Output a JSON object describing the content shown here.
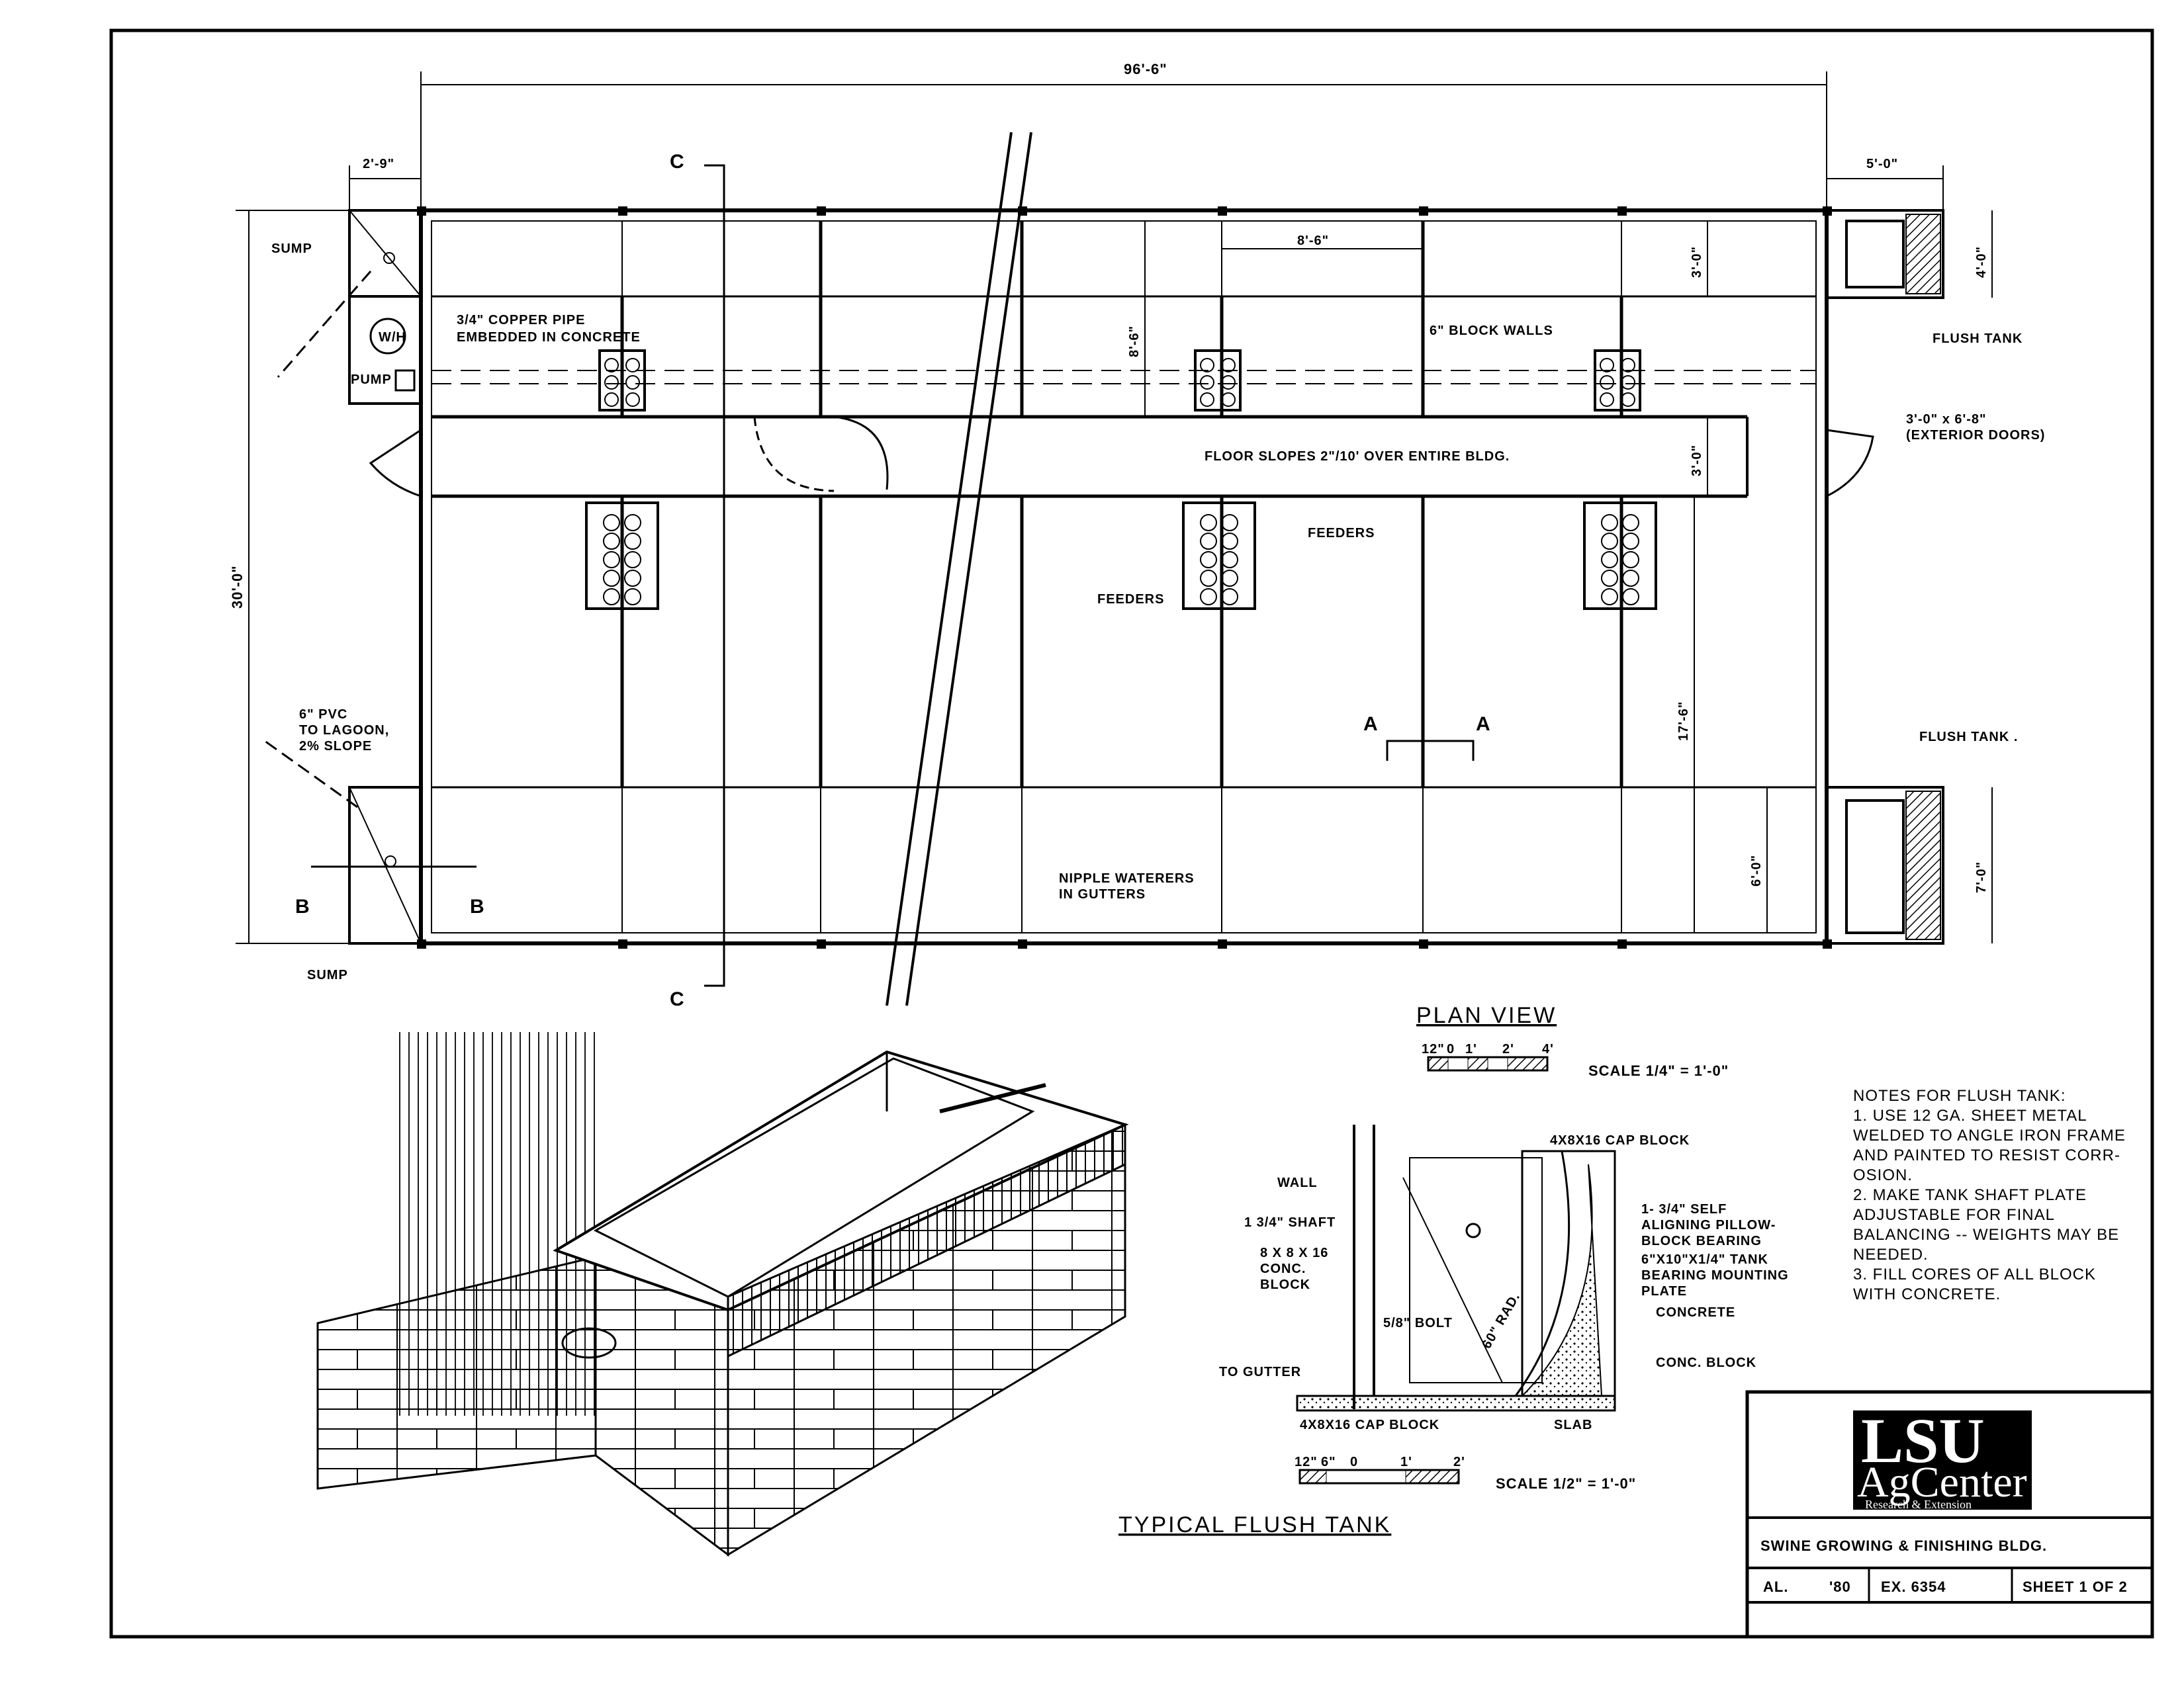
{
  "drawing": {
    "plan_title": "PLAN VIEW",
    "detail_title": "TYPICAL FLUSH TANK",
    "dimensions": {
      "overall_length": "96'-6\"",
      "overall_width": "30'-0\"",
      "left_room": "2'-9\"",
      "right_tank": "5'-0\"",
      "pen_width": "8'-6\"",
      "top_pen_depth": "8'-6\"",
      "top_gutter": "3'-0\"",
      "tank_top": "4'-0\"",
      "alley": "3'-0\"",
      "bottom_pen_depth": "17'-6\"",
      "bottom_gutter": "6'-0\"",
      "tank_bottom": "7'-0\""
    },
    "labels": {
      "sump": "SUMP",
      "copper_pipe": "3/4\" COPPER PIPE",
      "embedded": "EMBEDDED IN CONCRETE",
      "wh": "W/H",
      "pump": "PUMP",
      "block_walls": "6\" BLOCK WALLS",
      "flush_tank": "FLUSH TANK",
      "flush_tank_2": "FLUSH TANK .",
      "doors_1": "3'-0\" x 6'-8\"",
      "doors_2": "(EXTERIOR DOORS)",
      "floor_slope": "FLOOR SLOPES 2\"/10' OVER ENTIRE BLDG.",
      "feeders": "FEEDERS",
      "pvc_1": "6\" PVC",
      "pvc_2": "TO LAGOON,",
      "pvc_3": "2% SLOPE",
      "nipple_1": "NIPPLE WATERERS",
      "nipple_2": "IN GUTTERS",
      "sec_a": "A",
      "sec_b": "B",
      "sec_c": "C"
    },
    "scale_plan": {
      "text": "SCALE   1/4\" = 1'-0\"",
      "ticks": [
        "12\"",
        "0",
        "1'",
        "2'",
        "4'"
      ]
    },
    "scale_detail": {
      "text": "SCALE   1/2\" = 1'-0\"",
      "ticks": [
        "12\"",
        "6\"",
        "0",
        "1'",
        "2'"
      ]
    },
    "section": {
      "cap_block_top": "4X8X16 CAP BLOCK",
      "wall": "WALL",
      "shaft": "1 3/4\" SHAFT",
      "pillow_1": "1- 3/4\" SELF",
      "pillow_2": "ALIGNING PILLOW-",
      "pillow_3": "BLOCK BEARING",
      "plate_1": "6\"X10\"X1/4\" TANK",
      "plate_2": "BEARING MOUNTING",
      "plate_3": "PLATE",
      "conc_block_1": "8 X 8 X 16",
      "conc_block_2": "CONC.",
      "conc_block_3": "BLOCK",
      "bolt": "5/8\" BOLT",
      "radius": "60\" RAD.",
      "concrete": "CONCRETE",
      "conc_block": "CONC. BLOCK",
      "to_gutter": "TO GUTTER",
      "cap_block_bottom": "4X8X16  CAP BLOCK",
      "slab": "SLAB"
    },
    "notes": [
      "NOTES FOR FLUSH TANK:",
      "1. USE 12 GA. SHEET METAL",
      "WELDED TO ANGLE IRON FRAME",
      "AND PAINTED TO RESIST CORR-",
      "OSION.",
      "2. MAKE TANK SHAFT PLATE",
      "ADJUSTABLE  FOR  FINAL",
      "BALANCING -- WEIGHTS MAY BE",
      "NEEDED.",
      "3. FILL CORES OF ALL BLOCK",
      "WITH  CONCRETE."
    ],
    "title_block": {
      "logo_line1": "LSU",
      "logo_line2": "AgCenter",
      "logo_line3": "Research & Extension",
      "project": "SWINE GROWING & FINISHING BLDG.",
      "state": "AL.",
      "year": "'80",
      "ex": "EX. 6354",
      "sheet": "SHEET 1 OF 2"
    }
  }
}
